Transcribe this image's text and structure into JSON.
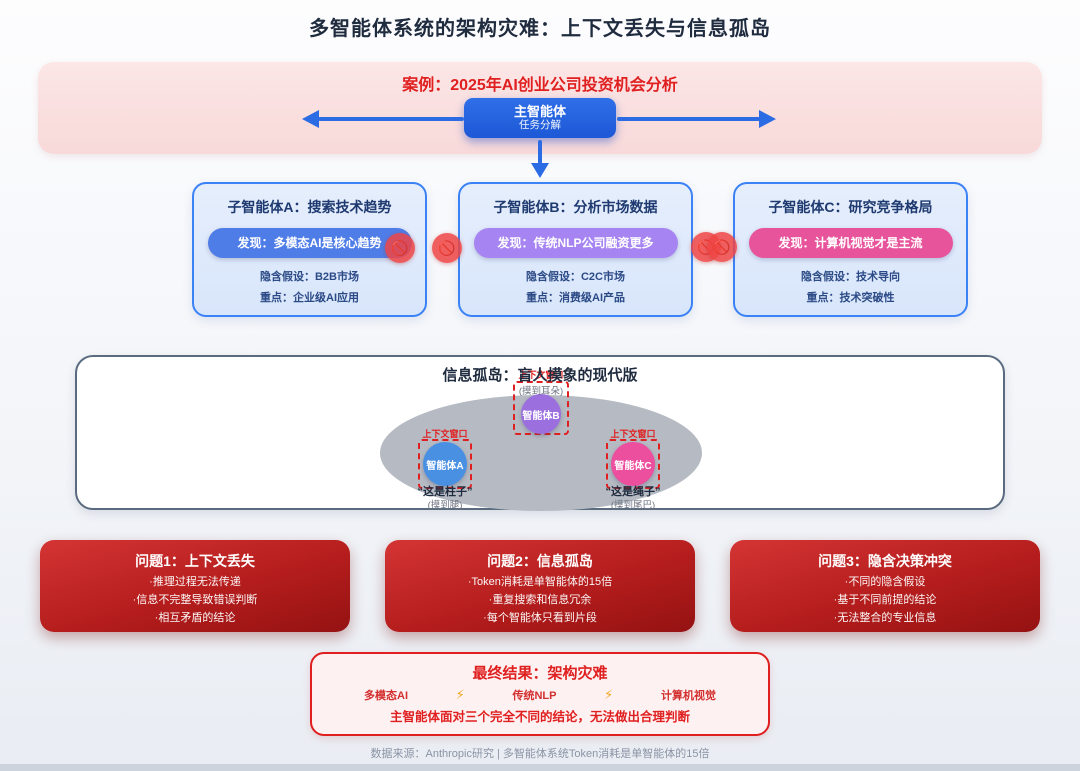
{
  "page": {
    "title": "多智能体系统的架构灾难：上下文丢失与信息孤岛",
    "footer": "数据来源：Anthropic研究 | 多智能体系统Token消耗是单智能体的15倍"
  },
  "banner": {
    "title": "案例：2025年AI创业公司投资机会分析",
    "main_agent": {
      "name": "主智能体",
      "subtitle": "任务分解"
    }
  },
  "sub_agents": [
    {
      "title": "子智能体A：搜索技术趋势",
      "finding": "发现：多模态AI是核心趋势",
      "assumption": "隐含假设：B2B市场",
      "focus": "重点：企业级AI应用"
    },
    {
      "title": "子智能体B：分析市场数据",
      "finding": "发现：传统NLP公司融资更多",
      "assumption": "隐含假设：C2C市场",
      "focus": "重点：消费级AI产品"
    },
    {
      "title": "子智能体C：研究竞争格局",
      "finding": "发现：计算机视觉才是主流",
      "assumption": "隐含假设：技术导向",
      "focus": "重点：技术突破性"
    }
  ],
  "silo": {
    "title": "信息孤岛：盲人摸象的现代版",
    "agents": [
      {
        "name": "智能体A",
        "ctx_label": "上下文窗口",
        "quote": "“这是柱子”",
        "touch": "(摸到腿)"
      },
      {
        "name": "智能体B",
        "ctx_label": "上下文窗口",
        "touch": "(摸到耳朵)"
      },
      {
        "name": "智能体C",
        "ctx_label": "上下文窗口",
        "quote": "“这是绳子”",
        "touch": "(摸到尾巴)"
      }
    ]
  },
  "problems": [
    {
      "title": "问题1：上下文丢失",
      "bullets": [
        "·推理过程无法传递",
        "·信息不完整导致错误判断",
        "·相互矛盾的结论"
      ]
    },
    {
      "title": "问题2：信息孤岛",
      "bullets": [
        "·Token消耗是单智能体的15倍",
        "·重复搜索和信息冗余",
        "·每个智能体只看到片段"
      ]
    },
    {
      "title": "问题3：隐含决策冲突",
      "bullets": [
        "·不同的隐含假设",
        "·基于不同前提的结论",
        "·无法整合的专业信息"
      ]
    }
  ],
  "result": {
    "title": "最终结果：架构灾难",
    "items": [
      "多模态AI",
      "传统NLP",
      "计算机视觉"
    ],
    "bolt": "⚡",
    "conclusion": "主智能体面对三个完全不同的结论，无法做出合理判断"
  },
  "icons": {
    "ban_glyph": "🚫"
  },
  "colors": {
    "pill_a": "#4f7de8",
    "pill_b": "#a685f2",
    "pill_c": "#e8549c",
    "circle_a": "#4a90e2",
    "circle_b": "#9b6fde",
    "circle_c": "#ec4f9e"
  }
}
